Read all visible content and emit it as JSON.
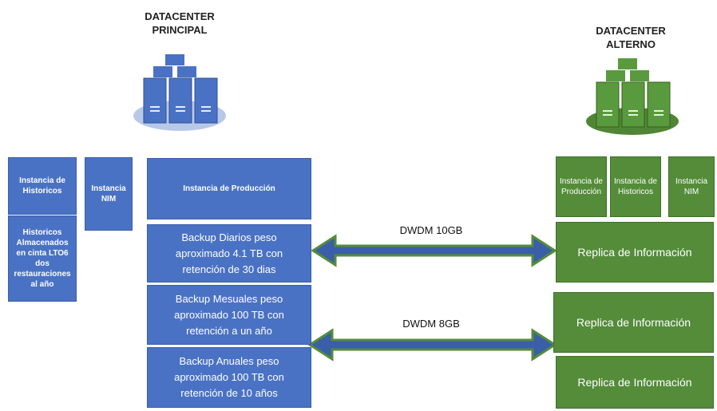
{
  "datacenters": {
    "principal": {
      "title_line1": "DATACENTER",
      "title_line2": "PRINCIPAL",
      "color": "#4a72c4"
    },
    "alterno": {
      "title_line1": "DATACENTER",
      "title_line2": "ALTERNO",
      "color": "#548c3a"
    }
  },
  "principal": {
    "historicos_instance": "Instancia de Historicos",
    "historicos_storage": "Historicos Almacenados en cinta LTO6 dos restauraciones al año",
    "nim_instance": "Instancia NIM",
    "produccion_instance": "Instancia de Producción",
    "backup_diario": "Backup Diarios peso aproximado 4.1 TB con retención de 30 dias",
    "backup_mensual": "Backup Mesuales peso aproximado 100 TB con retención a un año",
    "backup_anual": "Backup Anuales peso aproximado 100 TB con retención de 10 años"
  },
  "alterno": {
    "produccion_instance": "Instancia de Producción",
    "historicos_instance": "Instancia de Historicos",
    "nim_instance": "Instancia NIM",
    "replica_1": "Replica de Información",
    "replica_2": "Replica de Información",
    "replica_3": "Replica de Información"
  },
  "links": {
    "top": "DWDM 10GB",
    "bottom": "DWDM 8GB"
  }
}
